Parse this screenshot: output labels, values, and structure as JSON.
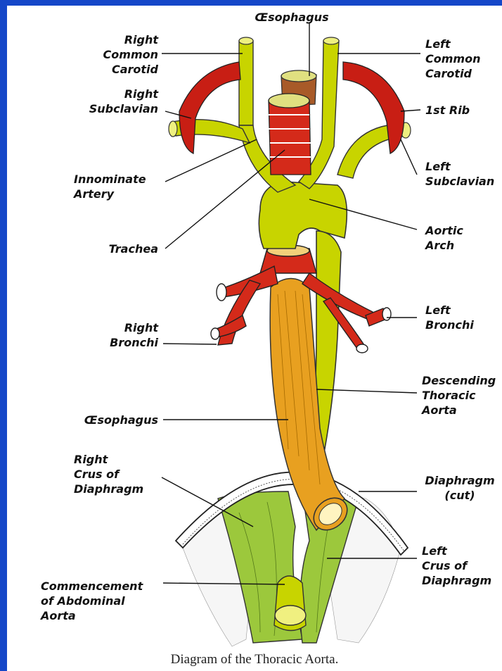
{
  "labels": {
    "oesophagus_top": "Œsophagus",
    "right_common_carotid": "Right\nCommon\nCarotid",
    "left_common_carotid": "Left\nCommon\nCarotid",
    "right_subclavian": "Right\nSubclavian",
    "first_rib": "1st Rib",
    "innominate_artery": "Innominate\nArtery",
    "left_subclavian": "Left\nSubclavian",
    "trachea": "Trachea",
    "aortic_arch": "Aortic\nArch",
    "right_bronchi": "Right\nBronchi",
    "left_bronchi": "Left\nBronchi",
    "descending_thoracic_aorta": "Descending\nThoracic\nAorta",
    "oesophagus_mid": "Œsophagus",
    "right_crus": "Right\nCrus of\nDiaphragm",
    "diaphragm_cut": "Diaphragm\n(cut)",
    "left_crus": "Left\nCrus of\nDiaphragm",
    "abdominal_aorta": "Commencement\nof Abdominal\nAorta"
  },
  "caption": "Diagram of the Thoracic Aorta.",
  "colors": {
    "aorta": "#c8d400",
    "aorta_dark": "#8a9400",
    "trachea_red": "#d42a1a",
    "muscle_red": "#c81e14",
    "oesophagus": "#e8a020",
    "crus_green": "#9cc83c",
    "frame_blue": "#1547c8"
  }
}
